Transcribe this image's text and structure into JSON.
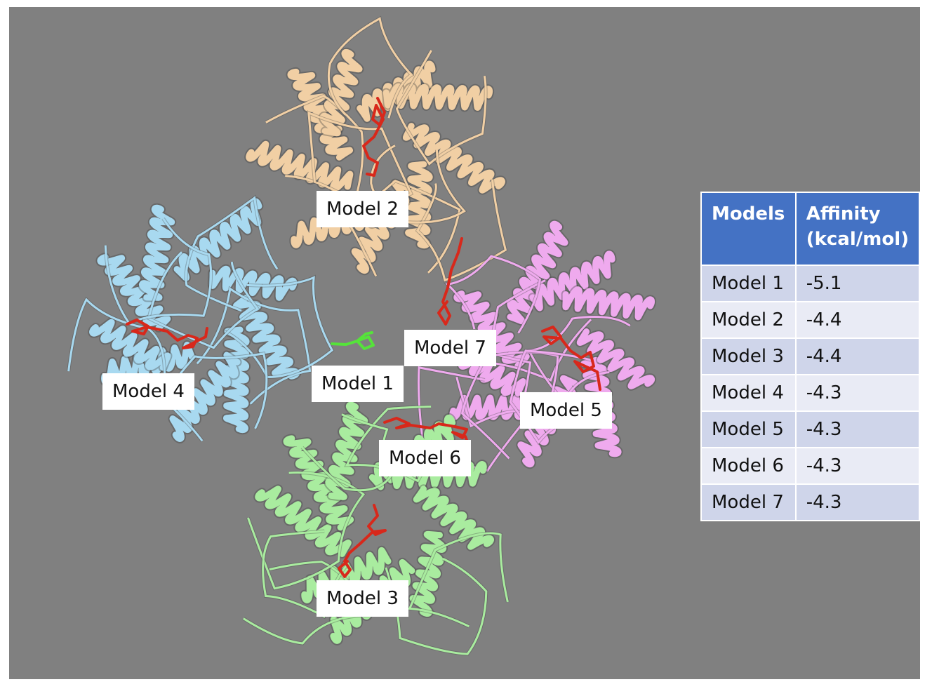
{
  "colors": {
    "background": "#808080",
    "model_2_chain": "#f1cfa4",
    "model_4_chain": "#a8d9f0",
    "model_5_chain": "#efaaee",
    "model_3_chain": "#a9ec9f",
    "ligand": "#d8281b",
    "best_ligand": "#55e33a",
    "table_header": "#4472c4",
    "table_row_odd": "#cfd5ea",
    "table_row_even": "#e9ebf5"
  },
  "labels": {
    "model1": "Model 1",
    "model2": "Model 2",
    "model3": "Model 3",
    "model4": "Model 4",
    "model5": "Model 5",
    "model6": "Model 6",
    "model7": "Model 7"
  },
  "table": {
    "headers": [
      "Models",
      "Affinity (kcal/mol)"
    ],
    "rows": [
      {
        "model": "Model 1",
        "affinity": "-5.1"
      },
      {
        "model": "Model 2",
        "affinity": "-4.4"
      },
      {
        "model": "Model 3",
        "affinity": "-4.4"
      },
      {
        "model": "Model 4",
        "affinity": "-4.3"
      },
      {
        "model": "Model 5",
        "affinity": "-4.3"
      },
      {
        "model": "Model 6",
        "affinity": "-4.3"
      },
      {
        "model": "Model 7",
        "affinity": "-4.3"
      }
    ]
  }
}
